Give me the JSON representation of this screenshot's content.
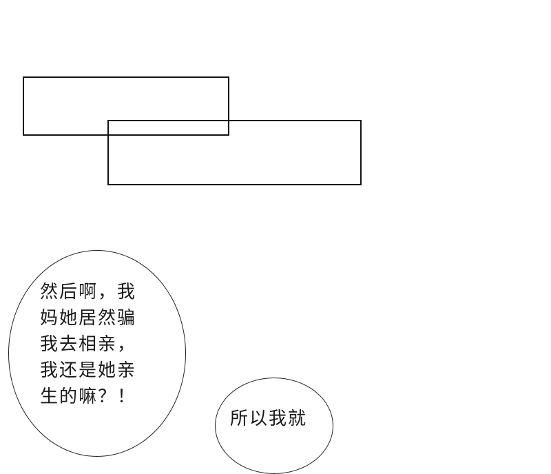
{
  "bubbles": [
    {
      "lines": [
        "然后啊，我",
        "妈她居然骗",
        "我去相亲，",
        "我还是她亲",
        "生的嘛？！"
      ]
    },
    {
      "lines": [
        "所以我就"
      ]
    }
  ]
}
